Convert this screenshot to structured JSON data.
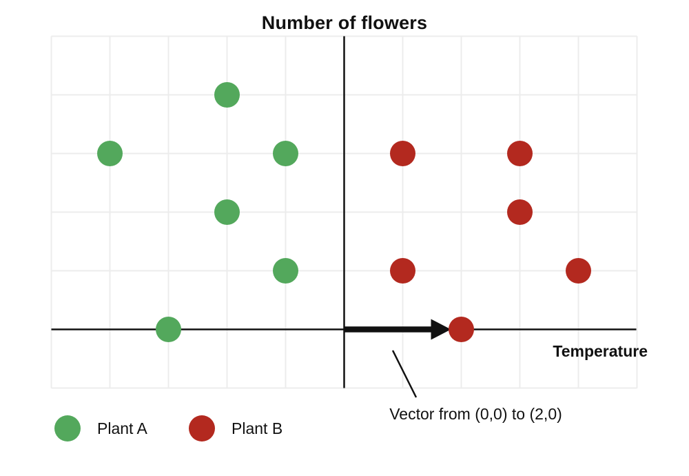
{
  "title": "Number of flowers",
  "x_axis_label": "Temperature",
  "annotation": {
    "text": "Vector from (0,0) to (2,0)"
  },
  "legend": [
    {
      "label": "Plant A",
      "color": "#53a85c"
    },
    {
      "label": "Plant B",
      "color": "#b3291f"
    }
  ],
  "colors": {
    "axis": "#111111",
    "grid": "#ececec",
    "plant_a": "#53a85c",
    "plant_b": "#b3291f",
    "background": "#ffffff"
  },
  "chart_data": {
    "type": "scatter",
    "title": "Number of flowers",
    "xlabel": "Temperature",
    "ylabel": "Number of flowers",
    "xlim": [
      -5,
      5
    ],
    "ylim": [
      -1,
      5
    ],
    "grid": true,
    "axes_through_origin": true,
    "tick_labels_shown": false,
    "legend_position": "bottom-left",
    "series": [
      {
        "name": "Plant A",
        "color": "#53a85c",
        "points": [
          [
            -4,
            3
          ],
          [
            -2,
            4
          ],
          [
            -1,
            3
          ],
          [
            -2,
            2
          ],
          [
            -1,
            1
          ],
          [
            -3,
            0
          ]
        ]
      },
      {
        "name": "Plant B",
        "color": "#b3291f",
        "points": [
          [
            1,
            3
          ],
          [
            3,
            3
          ],
          [
            3,
            2
          ],
          [
            1,
            1
          ],
          [
            4,
            1
          ],
          [
            2,
            0
          ]
        ]
      }
    ],
    "vector_arrow": {
      "from": [
        0,
        0
      ],
      "to": [
        2,
        0
      ],
      "label": "Vector from (0,0) to (2,0)"
    }
  }
}
